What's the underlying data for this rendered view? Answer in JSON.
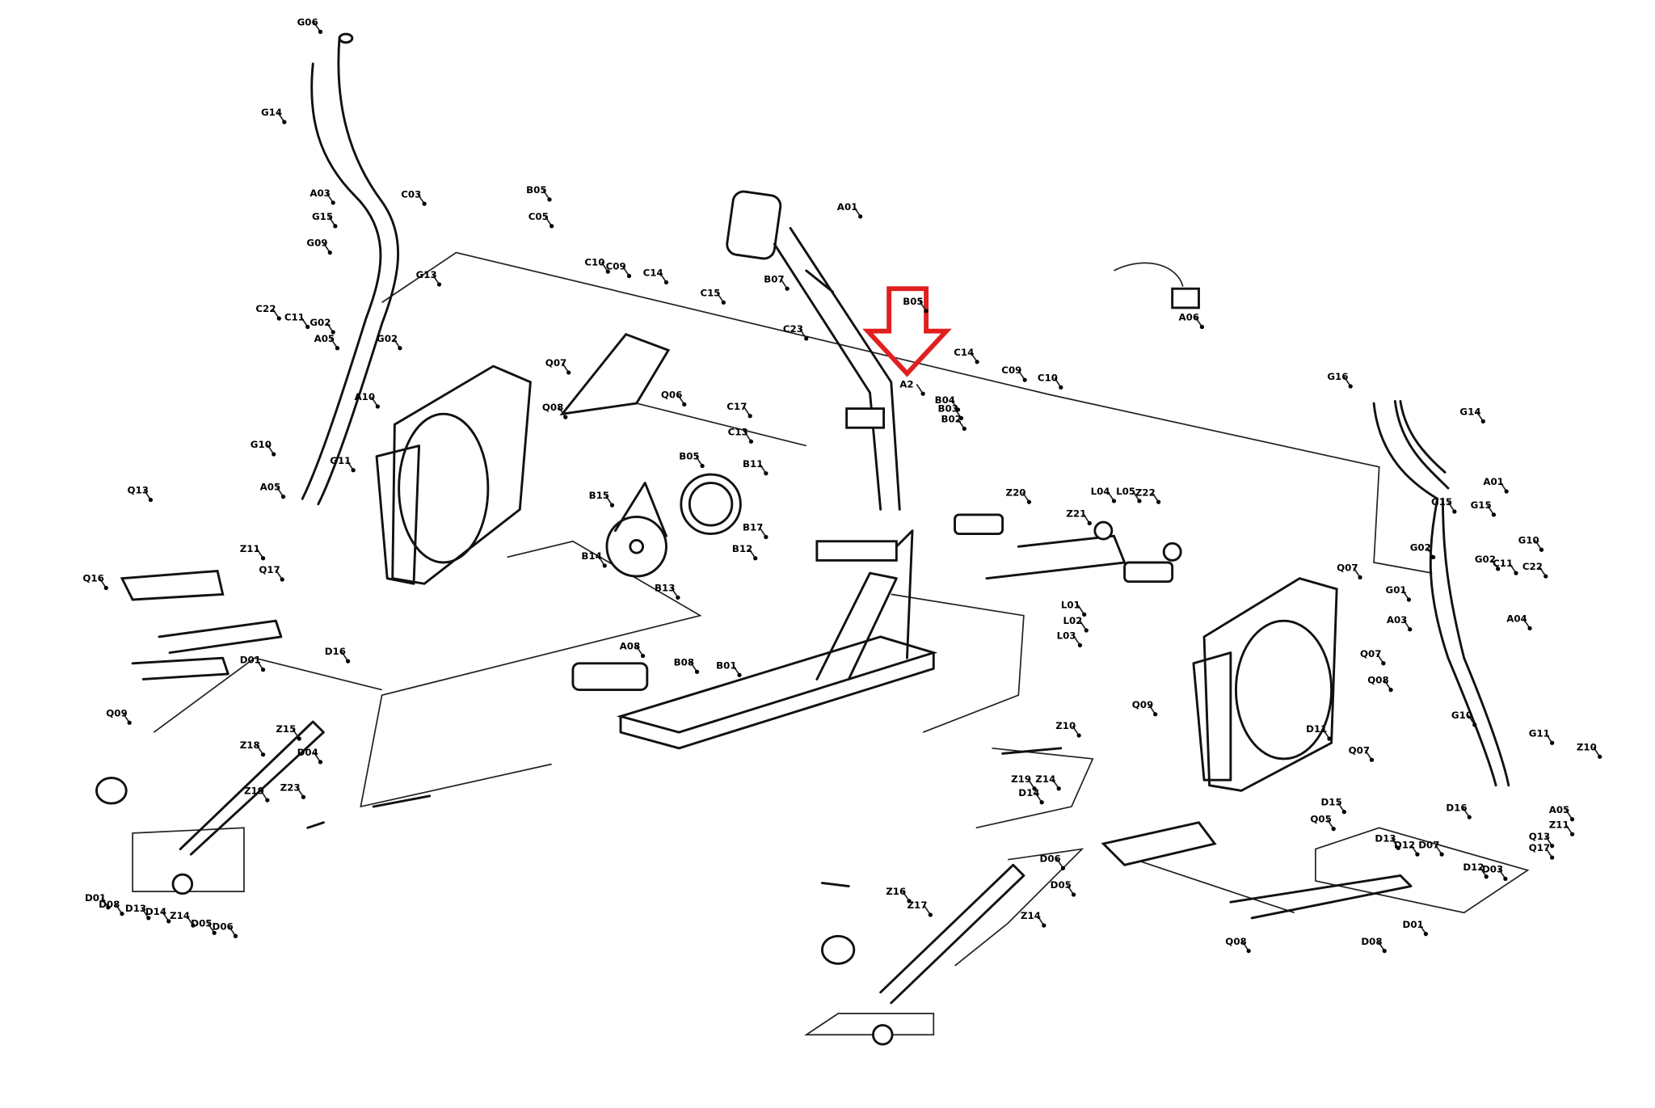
{
  "diagram": {
    "highlight_arrow": {
      "color": "#e02020",
      "direction": "down"
    },
    "part_labels": [
      "G06",
      "G14",
      "A03",
      "G15",
      "G09",
      "G13",
      "C22",
      "C11",
      "G02",
      "G02",
      "A05",
      "C03",
      "B05",
      "C05",
      "C10",
      "C09",
      "C14",
      "A01",
      "B05",
      "A2",
      "C14",
      "C09",
      "C10",
      "B04",
      "B03",
      "B02",
      "Q07",
      "Q08",
      "A10",
      "Q06",
      "C17",
      "C13",
      "C23",
      "C15",
      "B07",
      "A06",
      "G16",
      "G14",
      "A01",
      "G15",
      "G15",
      "G10",
      "G02",
      "G02",
      "C11",
      "C22",
      "Q07",
      "G01",
      "A04",
      "A03",
      "Q07",
      "Q08",
      "Q07",
      "Q09",
      "G10",
      "G11",
      "Z10",
      "Q05",
      "D16",
      "A05",
      "Z11",
      "Q13",
      "Q17",
      "D13",
      "D12",
      "D07",
      "D12",
      "D03",
      "D01",
      "D08",
      "Q08",
      "D11",
      "D15",
      "Z10",
      "Z19",
      "Z14",
      "D06",
      "D05",
      "Z14",
      "D14",
      "Q13",
      "G10",
      "G11",
      "Q16",
      "A05",
      "Z11",
      "Q17",
      "Q09",
      "D01",
      "D16",
      "B05",
      "B11",
      "B15",
      "B17",
      "B14",
      "B13",
      "B12",
      "B08",
      "B01",
      "A08",
      "L01",
      "L02",
      "L03",
      "L04",
      "L05",
      "Z20",
      "Z21",
      "Z22",
      "D01",
      "D08",
      "D13",
      "D14",
      "Z14",
      "D05",
      "D06",
      "Z16",
      "Z17",
      "Z18",
      "Z19",
      "Z23",
      "D04",
      "Z15"
    ]
  }
}
